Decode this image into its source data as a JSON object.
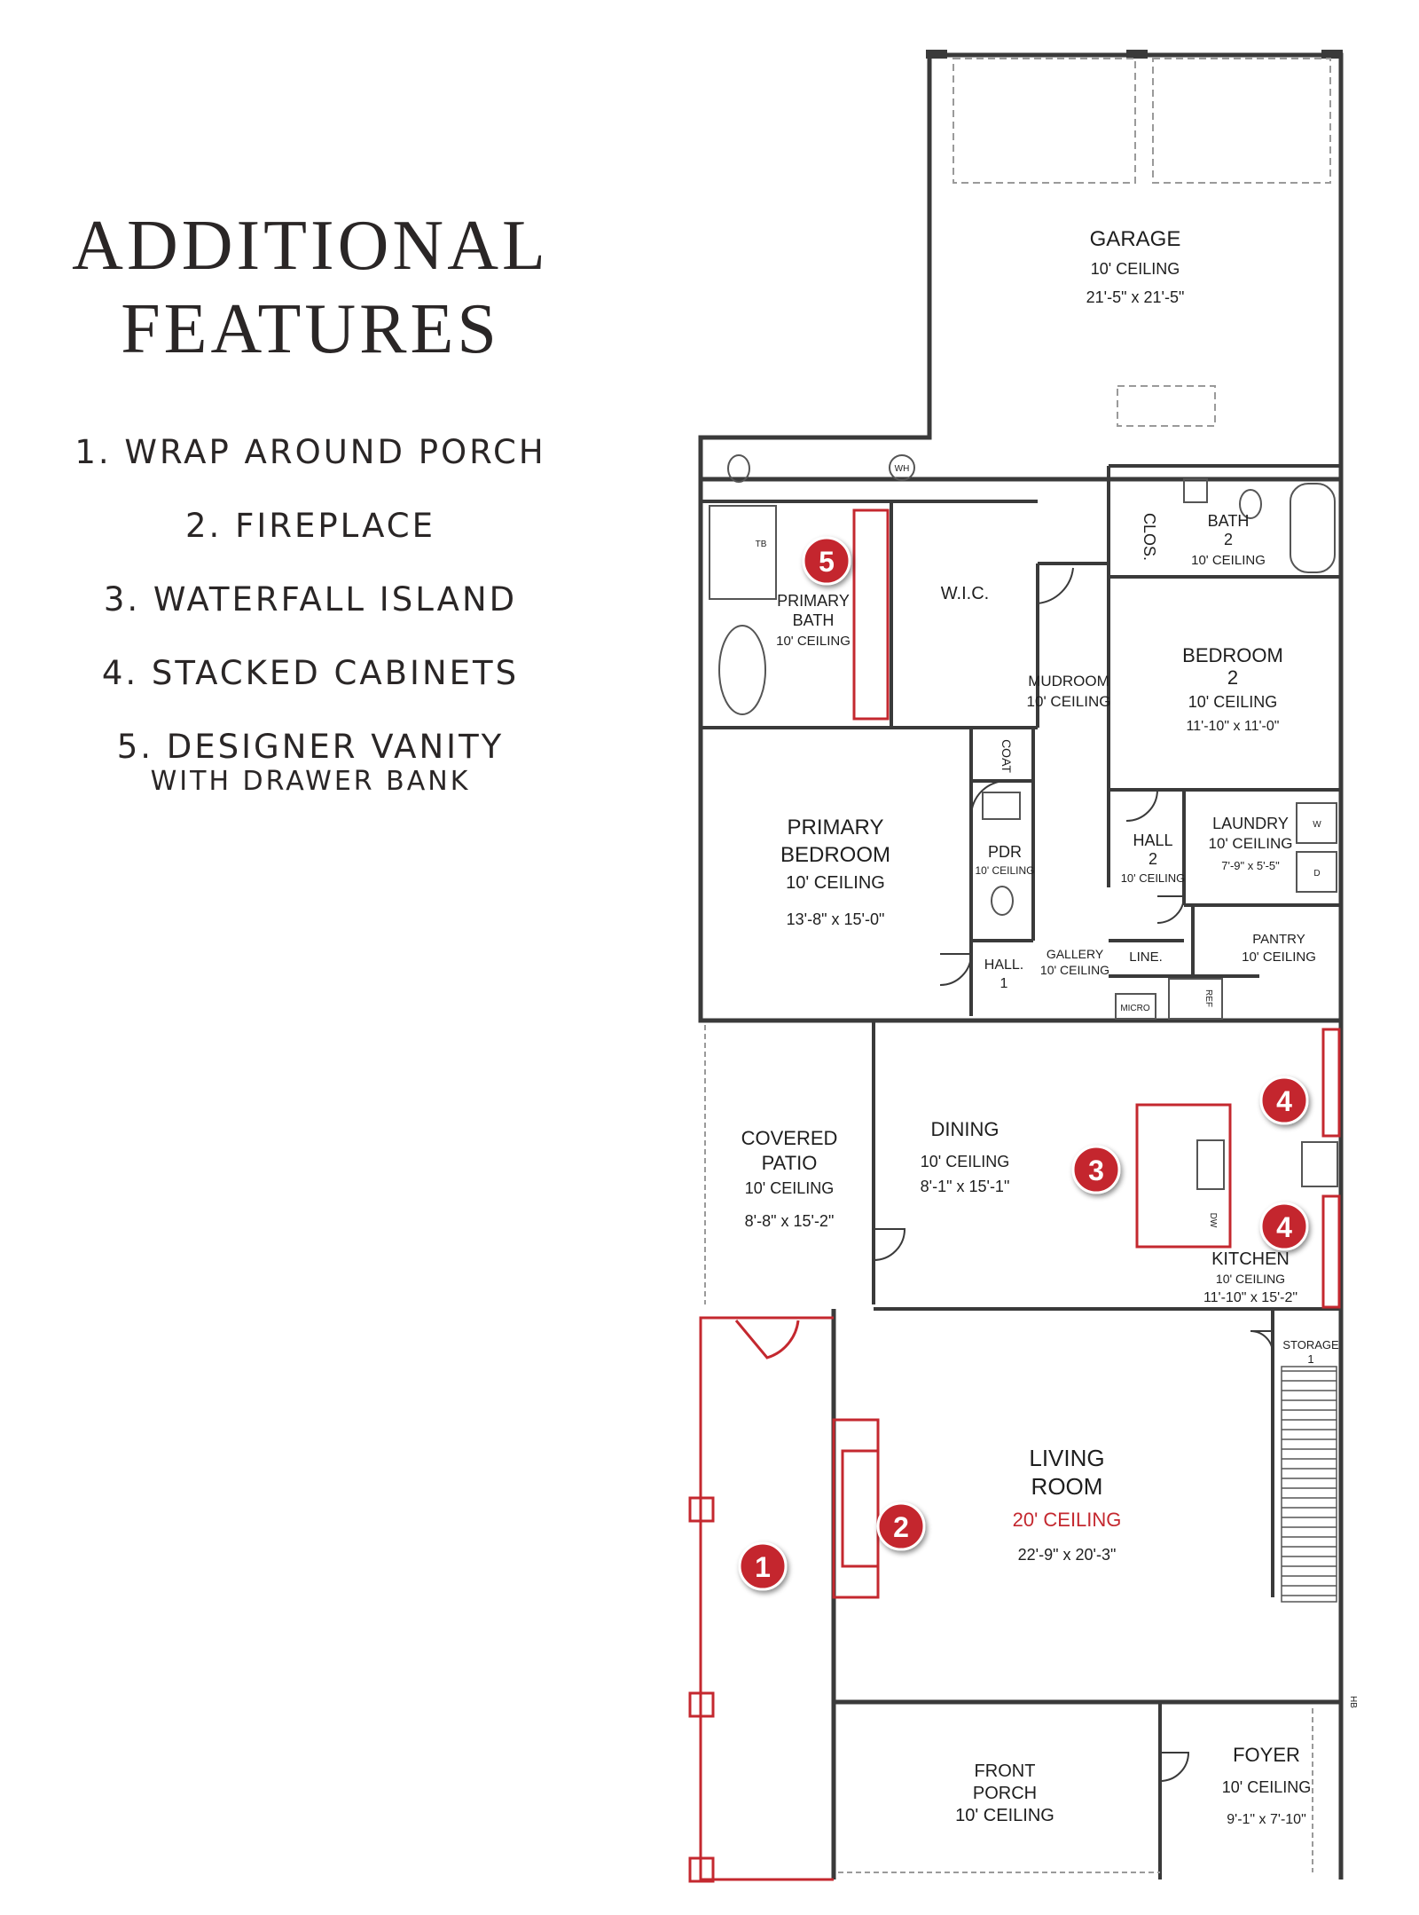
{
  "heading": {
    "line1": "ADDITIONAL",
    "line2": "FEATURES"
  },
  "features": [
    {
      "text": "1. WRAP AROUND PORCH"
    },
    {
      "text": "2. FIREPLACE"
    },
    {
      "text": "3. WATERFALL ISLAND"
    },
    {
      "text": "4. STACKED CABINETS"
    },
    {
      "text": "5. DESIGNER VANITY",
      "sub": "WITH DRAWER BANK"
    }
  ],
  "rooms": {
    "garage": {
      "name": "GARAGE",
      "ceiling": "10' CEILING",
      "size": "21'-5\" x 21'-5\""
    },
    "primary_bath": {
      "name1": "PRIMARY",
      "name2": "BATH",
      "ceiling": "10' CEILING"
    },
    "wic": {
      "name": "W.I.C."
    },
    "clos": {
      "name": "CLOS."
    },
    "bath2": {
      "name1": "BATH",
      "name2": "2",
      "ceiling": "10' CEILING"
    },
    "bedroom2": {
      "name1": "BEDROOM",
      "name2": "2",
      "ceiling": "10' CEILING",
      "size": "11'-10\" x 11'-0\""
    },
    "mudroom": {
      "name": "MUDROOM",
      "ceiling": "10' CEILING"
    },
    "coat": {
      "name": "COAT"
    },
    "primary_bedroom": {
      "name1": "PRIMARY",
      "name2": "BEDROOM",
      "ceiling": "10' CEILING",
      "size": "13'-8\" x 15'-0\""
    },
    "pdr": {
      "name": "PDR",
      "ceiling": "10' CEILING"
    },
    "hall2": {
      "name1": "HALL",
      "name2": "2",
      "ceiling": "10' CEILING"
    },
    "laundry": {
      "name": "LAUNDRY",
      "ceiling": "10' CEILING",
      "size": "7'-9\" x 5'-5\""
    },
    "line": {
      "name": "LINE."
    },
    "pantry": {
      "name": "PANTRY",
      "ceiling": "10' CEILING"
    },
    "hall1": {
      "name1": "HALL.",
      "name2": "1"
    },
    "gallery": {
      "name": "GALLERY",
      "ceiling": "10' CEILING"
    },
    "covered_patio": {
      "name1": "COVERED",
      "name2": "PATIO",
      "ceiling": "10' CEILING",
      "size": "8'-8\" x 15'-2\""
    },
    "dining": {
      "name": "DINING",
      "ceiling": "10' CEILING",
      "size": "8'-1\" x 15'-1\""
    },
    "kitchen": {
      "name": "KITCHEN",
      "ceiling": "10' CEILING",
      "size": "11'-10\" x 15'-2\""
    },
    "storage": {
      "name1": "STORAGE",
      "name2": "1"
    },
    "living": {
      "name1": "LIVING",
      "name2": "ROOM",
      "ceiling": "20' CEILING",
      "size": "22'-9\" x 20'-3\""
    },
    "front_porch": {
      "name1": "FRONT",
      "name2": "PORCH",
      "ceiling": "10' CEILING"
    },
    "foyer": {
      "name": "FOYER",
      "ceiling": "10' CEILING",
      "size": "9'-1\" x 7'-10\""
    }
  },
  "fixtures": {
    "micro": "MICRO",
    "ref": "REF",
    "dw": "DW",
    "washer": "W",
    "dryer": "D",
    "wh": "WH",
    "tb": "TB",
    "hb": "HB"
  },
  "markers": [
    "1",
    "2",
    "3",
    "4",
    "4",
    "5"
  ],
  "colors": {
    "accent": "#c4282f",
    "wall": "#3a3a3a",
    "text": "#2a2626"
  }
}
